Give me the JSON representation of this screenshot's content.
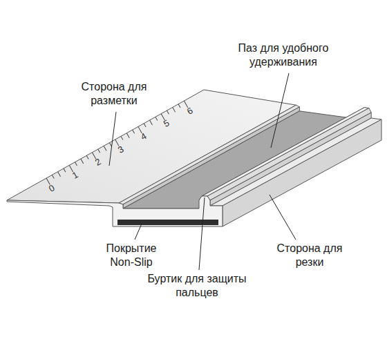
{
  "diagram": {
    "labels": [
      "Паз для удобного удерживания",
      "Сторона для разметки",
      "0",
      "1",
      "2",
      "3",
      "4",
      "5",
      "6",
      "Покрытие Non-Slip",
      "Сторона для резки",
      "Буртик для защиты пальцев"
    ]
  }
}
